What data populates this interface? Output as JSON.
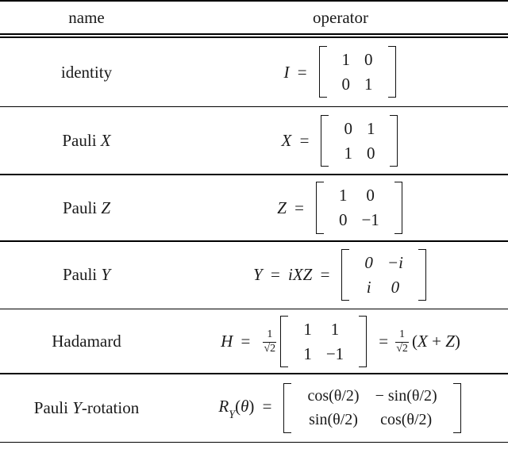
{
  "table": {
    "columns": [
      "name",
      "operator"
    ],
    "rows": [
      {
        "name_text": "identity",
        "name_parts": [
          {
            "text": "identity",
            "style": "roman"
          }
        ],
        "operator_latex": "I = [[1, 0],[0, 1]]",
        "lead": "I =",
        "lead_var": "I",
        "matrix": [
          [
            "1",
            "0"
          ],
          [
            "0",
            "1"
          ]
        ],
        "tail": ""
      },
      {
        "name_text": "Pauli X",
        "name_parts": [
          {
            "text": "Pauli ",
            "style": "roman"
          },
          {
            "text": "X",
            "style": "italic"
          }
        ],
        "operator_latex": "X = [[0, 1],[1, 0]]",
        "lead": "X =",
        "lead_var": "X",
        "matrix": [
          [
            "0",
            "1"
          ],
          [
            "1",
            "0"
          ]
        ],
        "tail": ""
      },
      {
        "name_text": "Pauli Z",
        "name_parts": [
          {
            "text": "Pauli ",
            "style": "roman"
          },
          {
            "text": "Z",
            "style": "italic"
          }
        ],
        "operator_latex": "Z = [[1, 0],[0, -1]]",
        "lead": "Z =",
        "lead_var": "Z",
        "matrix": [
          [
            "1",
            "0"
          ],
          [
            "0",
            "−1"
          ]
        ],
        "tail": ""
      },
      {
        "name_text": "Pauli Y",
        "name_parts": [
          {
            "text": "Pauli ",
            "style": "roman"
          },
          {
            "text": "Y",
            "style": "italic"
          }
        ],
        "operator_latex": "Y = iXZ = [[0, -i],[i, 0]]",
        "lead": "Y = iXZ =",
        "lead_var": "Y",
        "matrix": [
          [
            "0",
            "−i"
          ],
          [
            "i",
            "0"
          ]
        ],
        "tail": ""
      },
      {
        "name_text": "Hadamard",
        "name_parts": [
          {
            "text": "Hadamard",
            "style": "roman"
          }
        ],
        "operator_latex": "H = \\frac{1}{\\sqrt{2}} [[1, 1],[1, -1]] = \\frac{1}{\\sqrt{2}}(X + Z)",
        "lead": "H =",
        "lead_var": "H",
        "fraction": {
          "numerator": "1",
          "denominator": "√2"
        },
        "matrix": [
          [
            "1",
            "1"
          ],
          [
            "1",
            "−1"
          ]
        ],
        "tail": "(X + Z)"
      },
      {
        "name_text": "Pauli Y-rotation",
        "name_parts": [
          {
            "text": "Pauli ",
            "style": "roman"
          },
          {
            "text": "Y",
            "style": "italic"
          },
          {
            "text": "-rotation",
            "style": "roman"
          }
        ],
        "operator_latex": "R_Y(\\theta) = [[cos(\\theta/2), -sin(\\theta/2)],[sin(\\theta/2), cos(\\theta/2)]]",
        "lead": "R_Y(θ) =",
        "lead_var": "R",
        "lead_sub": "Y",
        "matrix": [
          [
            "cos(θ/2)",
            "− sin(θ/2)"
          ],
          [
            "sin(θ/2)",
            "cos(θ/2)"
          ]
        ],
        "tail": ""
      }
    ]
  },
  "symbols": {
    "equals": "=",
    "theta": "θ",
    "sqrt2": "√2",
    "minus": "−",
    "plus": "+",
    "i_unit": "i",
    "one": "1",
    "zero": "0"
  },
  "colors": {
    "rule": "#000000",
    "text": "#1a1a1a",
    "background": "#ffffff"
  }
}
